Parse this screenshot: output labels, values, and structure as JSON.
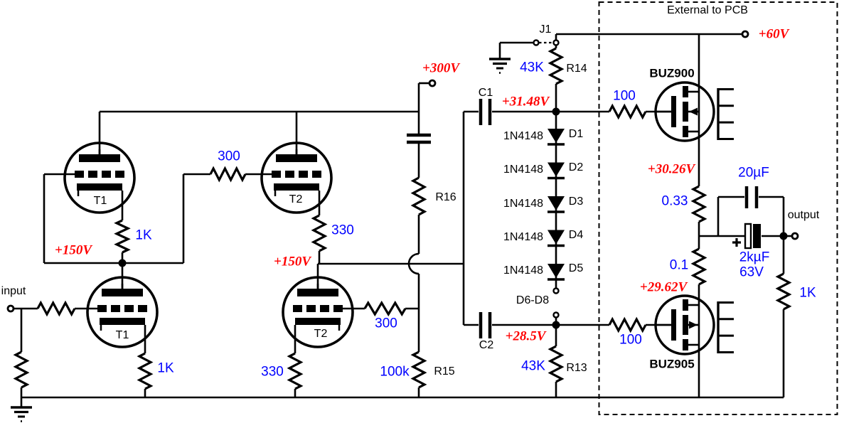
{
  "d": {
    "region": {
      "label": "External to PCB"
    },
    "io": {
      "input": "input",
      "output": "output"
    },
    "supplies": {
      "plate": "+300V",
      "main": "+60V"
    },
    "jumper": {
      "name": "J1"
    },
    "tubes": {
      "t1a": "T1",
      "t1b": "T1",
      "t2a": "T2",
      "t2b": "T2"
    },
    "mosfets": {
      "upper": "BUZ900",
      "lower": "BUZ905"
    },
    "voltages": {
      "srpp_left": "+150V",
      "srpp_mid": "+150V",
      "upper_bias": "+31.48V",
      "lower_bias": "+28.5V",
      "upper_source": "+30.26V",
      "lower_drain": "+29.62V"
    },
    "resistors": {
      "r14": {
        "value": "43K",
        "name": "R14"
      },
      "r13": {
        "value": "43K",
        "name": "R13"
      },
      "r16": {
        "name": "R16"
      },
      "r15": {
        "value": "100k",
        "name": "R15"
      },
      "coupling_t1_t2": "300",
      "t2b_grid": "300",
      "t1a_cathode": "1K",
      "t1b_cathode": "1K",
      "t2a_cathode": "330",
      "t2b_cathode": "330",
      "gate_upper": "100",
      "gate_lower": "100",
      "source_upper": "0.33",
      "source_lower": "0.1",
      "load": "1K"
    },
    "capacitors": {
      "c1": "C1",
      "c2": "C2",
      "bypass": {
        "value": "20µF"
      },
      "output_cap": {
        "value": "2kµF",
        "rating": "63V"
      }
    },
    "diodes": {
      "rows": [
        {
          "part": "1N4148",
          "name": "D1"
        },
        {
          "part": "1N4148",
          "name": "D2"
        },
        {
          "part": "1N4148",
          "name": "D3"
        },
        {
          "part": "1N4148",
          "name": "D4"
        },
        {
          "part": "1N4148",
          "name": "D5"
        }
      ],
      "optional": "D6-D8"
    },
    "colors": {
      "value_blue": "#0000ff",
      "voltage_red": "#ff0000",
      "wire": "#000000"
    }
  }
}
